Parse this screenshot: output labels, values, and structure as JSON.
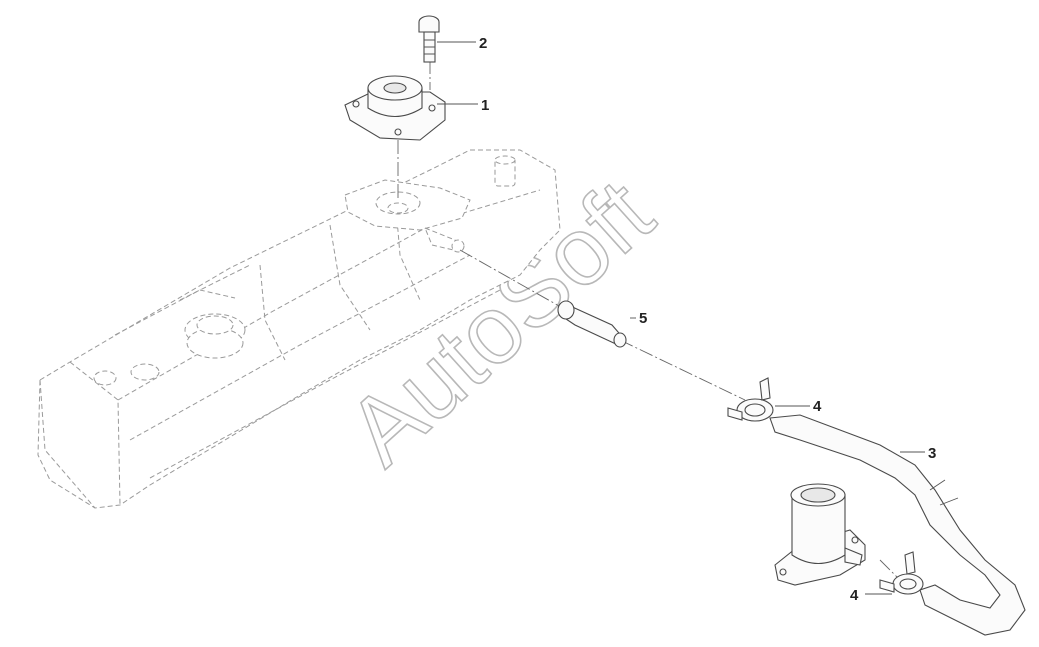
{
  "diagram": {
    "callouts": [
      {
        "id": "1",
        "label": "1"
      },
      {
        "id": "2",
        "label": "2"
      },
      {
        "id": "3",
        "label": "3"
      },
      {
        "id": "4a",
        "label": "4"
      },
      {
        "id": "4b",
        "label": "4"
      },
      {
        "id": "5",
        "label": "5"
      }
    ],
    "watermark": "AutoSoft"
  }
}
